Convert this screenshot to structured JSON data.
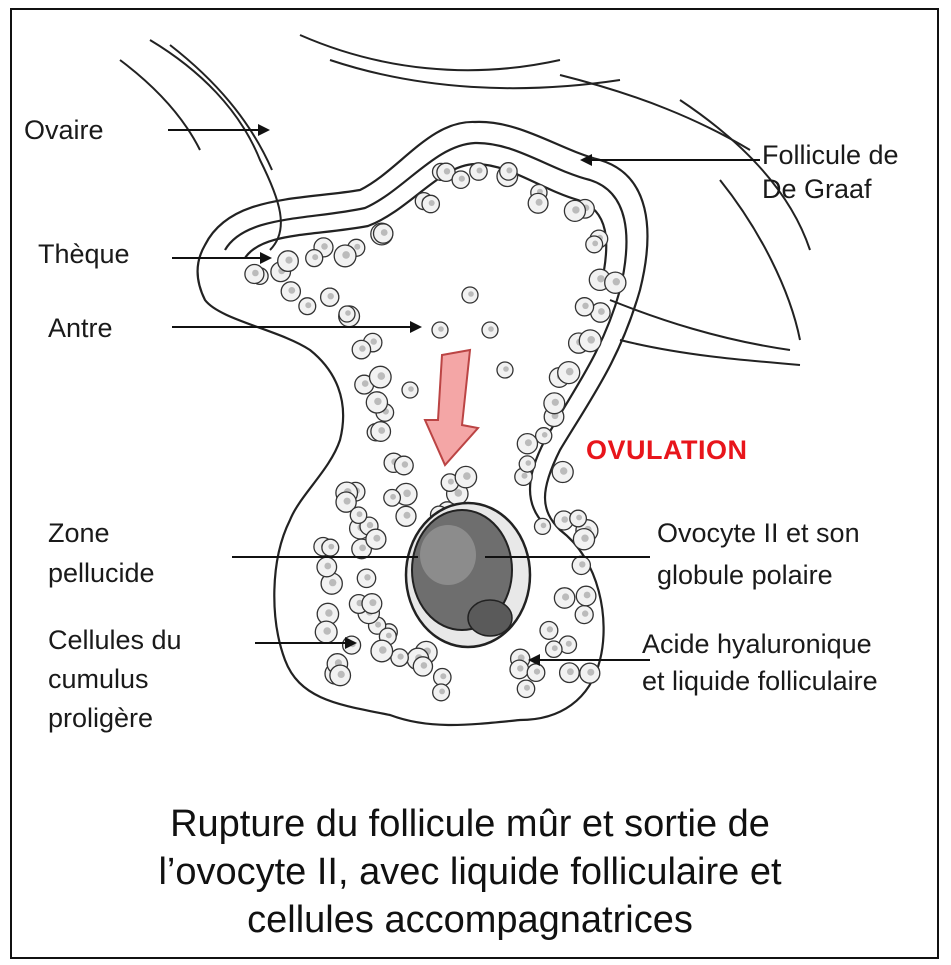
{
  "labels": {
    "ovaire": "Ovaire",
    "follicule_line1": "Follicule de",
    "follicule_line2": "De Graaf",
    "theque": "Thèque",
    "antre": "Antre",
    "ovulation": "OVULATION",
    "zone_line1": "Zone",
    "zone_line2": "pellucide",
    "ovocyte_line1": "Ovocyte II et son",
    "ovocyte_line2": "globule polaire",
    "cellules_line1": "Cellules du",
    "cellules_line2": "cumulus",
    "cellules_line3": "proligère",
    "acide_line1": "Acide hyaluronique",
    "acide_line2": "et liquide  folliculaire"
  },
  "caption": {
    "line1": "Rupture du follicule mûr et sortie de",
    "line2": "l’ovocyte II, avec liquide folliculaire et",
    "line3": "cellules accompagnatrices"
  },
  "colors": {
    "accent_red": "#e8151b",
    "arrow_fill": "#f4a6a6",
    "ink": "#1a1a1a"
  }
}
